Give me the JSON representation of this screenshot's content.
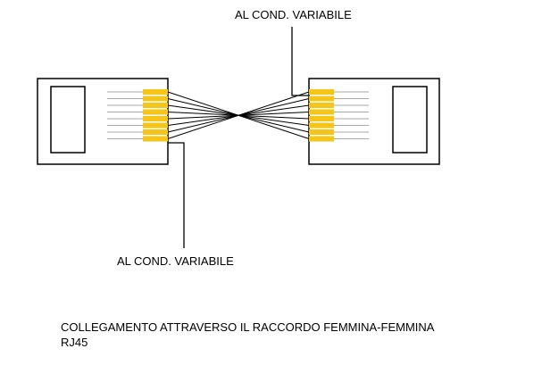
{
  "labels": {
    "top_cable": "AL COND. VARIABILE",
    "bottom_cable": "AL COND. VARIABILE"
  },
  "caption": {
    "line1": "COLLEGAMENTO ATTRAVERSO IL RACCORDO FEMMINA-FEMMINA",
    "line2": "RJ45"
  },
  "colors": {
    "contact": "#f5c518",
    "wire": "#000000",
    "background": "#ffffff",
    "connector_lead": "#aaaaaa"
  }
}
